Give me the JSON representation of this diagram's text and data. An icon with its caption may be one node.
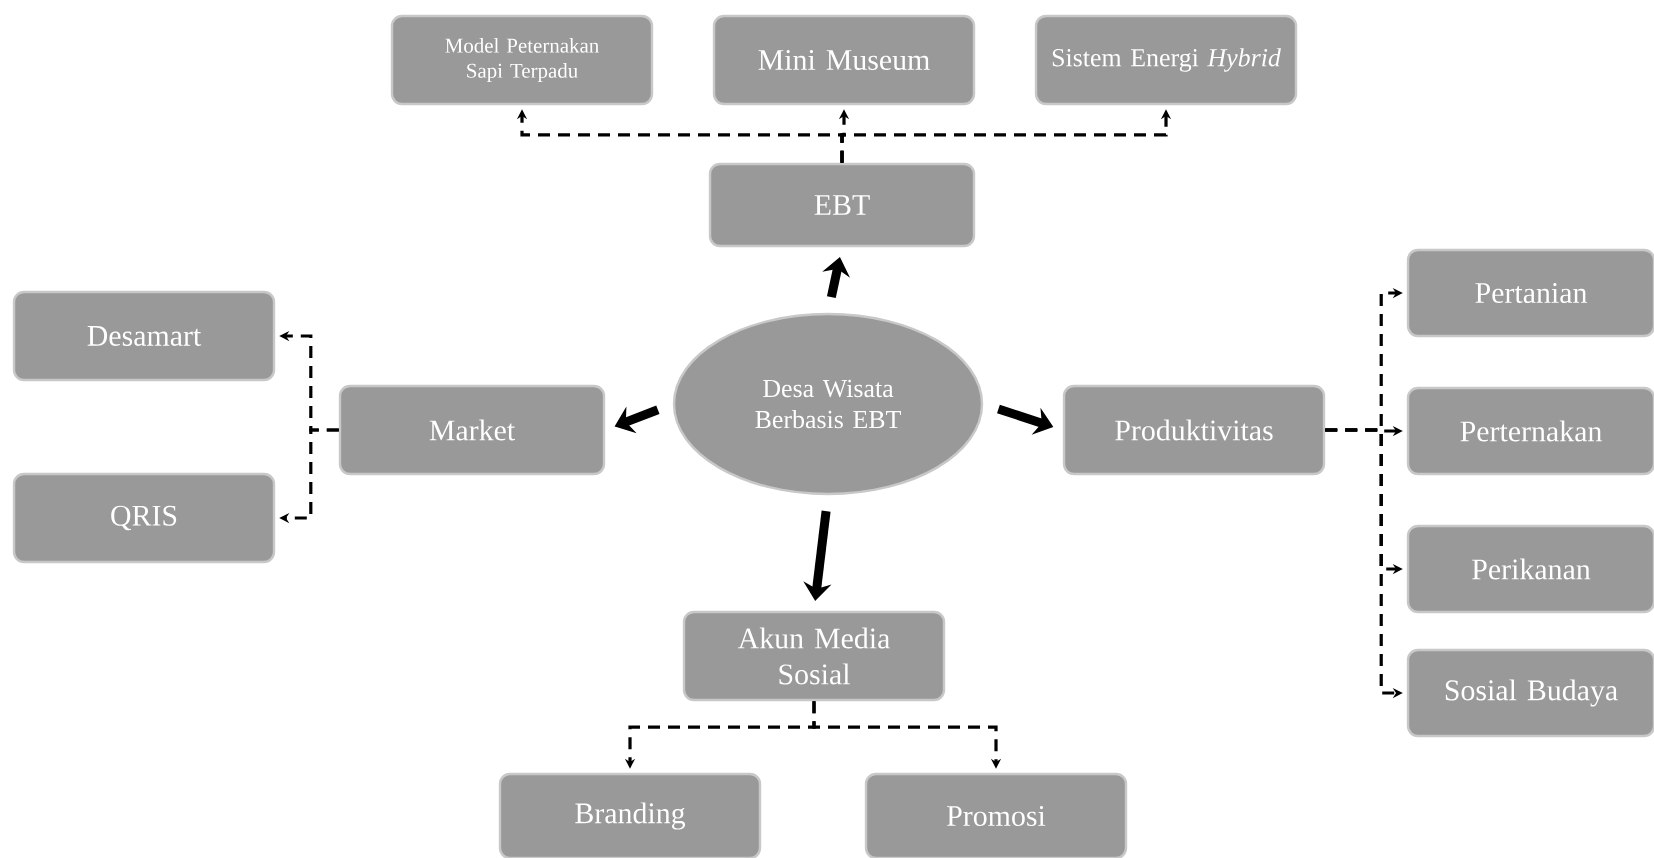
{
  "diagram": {
    "nodes": [
      {
        "text": [
          "Desa Wisata Berbasis EBT"
        ]
      },
      {
        "text": [
          "EBT"
        ]
      },
      {
        "text": [
          "Model Peternakan Sapi Terpadu"
        ]
      },
      {
        "text": [
          "Mini Museum"
        ]
      },
      {
        "text": [
          "Sistem Energi *Hybrid*"
        ]
      },
      {
        "text": [
          "Market"
        ]
      },
      {
        "text": [
          "Desamart"
        ]
      },
      {
        "text": [
          "QRIS"
        ]
      },
      {
        "text": [
          "Produktivitas"
        ]
      },
      {
        "text": [
          "Pertanian"
        ]
      },
      {
        "text": [
          "Perternakan"
        ]
      },
      {
        "text": [
          "Perikanan"
        ]
      },
      {
        "text": [
          "Sosial Budaya"
        ]
      },
      {
        "text": [
          "Akun Media Sosial"
        ]
      },
      {
        "text": [
          "Branding"
        ]
      },
      {
        "text": [
          "Promosi"
        ]
      }
    ],
    "edges": [
      {
        "from": 0,
        "to": 1,
        "arrow": "to",
        "style": "thick"
      },
      {
        "from": 0,
        "to": 5,
        "arrow": "to",
        "style": "thick"
      },
      {
        "from": 0,
        "to": 8,
        "arrow": "to",
        "style": "thick"
      },
      {
        "from": 0,
        "to": 13,
        "arrow": "to",
        "style": "thick"
      },
      {
        "from": 1,
        "to": 2,
        "arrow": "to",
        "style": "dashed"
      },
      {
        "from": 1,
        "to": 3,
        "arrow": "to",
        "style": "dashed"
      },
      {
        "from": 1,
        "to": 4,
        "arrow": "to",
        "style": "dashed"
      },
      {
        "from": 5,
        "to": 6,
        "arrow": "to",
        "style": "dashed"
      },
      {
        "from": 5,
        "to": 7,
        "arrow": "to",
        "style": "dashed"
      },
      {
        "from": 8,
        "to": 9,
        "arrow": "to",
        "style": "dashed"
      },
      {
        "from": 8,
        "to": 10,
        "arrow": "to",
        "style": "dashed"
      },
      {
        "from": 8,
        "to": 11,
        "arrow": "to",
        "style": "dashed"
      },
      {
        "from": 8,
        "to": 12,
        "arrow": "to",
        "style": "dashed"
      },
      {
        "from": 13,
        "to": 14,
        "arrow": "to",
        "style": "dashed"
      },
      {
        "from": 13,
        "to": 15,
        "arrow": "to",
        "style": "dashed"
      }
    ]
  }
}
